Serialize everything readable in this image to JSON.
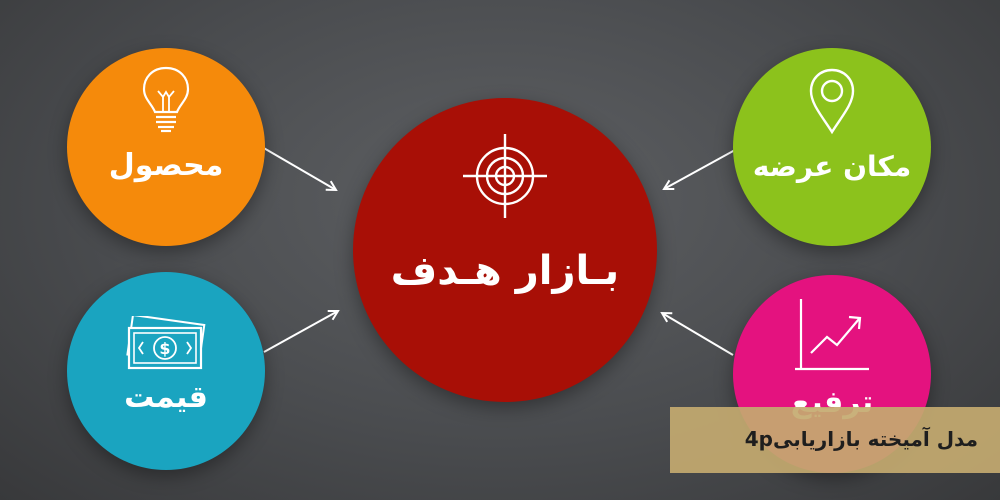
{
  "center": {
    "label": "بـازار هـدف",
    "color": "#a80f06",
    "icon": "target-icon"
  },
  "nodes": {
    "product": {
      "label": "محصول",
      "color": "#f58a0b",
      "icon": "lightbulb-icon"
    },
    "price": {
      "label": "قیمت",
      "color": "#1aa4c0",
      "icon": "money-icon"
    },
    "place": {
      "label": "مکان عرضه",
      "color": "#8cc21c",
      "icon": "location-pin-icon"
    },
    "promotion": {
      "label": "ترفیع",
      "color": "#e4127f",
      "icon": "growth-chart-icon"
    }
  },
  "caption": {
    "text": "مدل آمیخته بازاریابی4p"
  }
}
